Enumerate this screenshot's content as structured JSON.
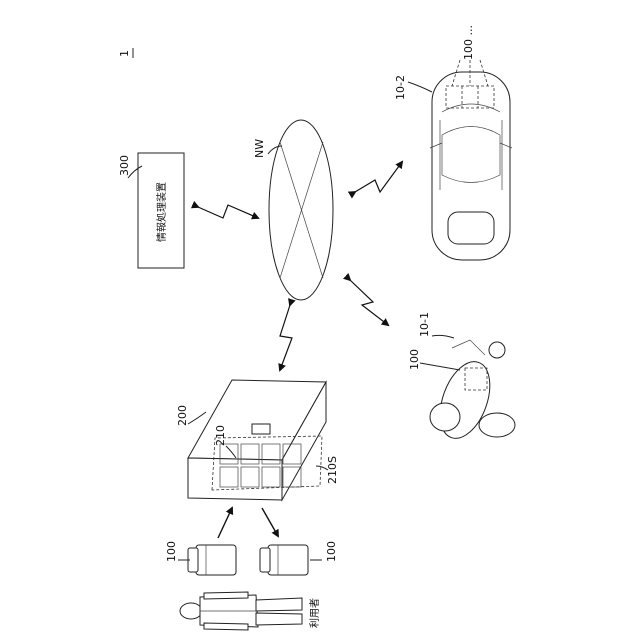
{
  "figure": {
    "system_ref": "1",
    "network_label": "NW",
    "info_device": {
      "ref": "300",
      "name": "情報処理装置"
    },
    "station": {
      "ref": "200",
      "slot_ref": "210",
      "slots_ref": "210S"
    },
    "battery_ref_top": "100",
    "battery_ref_bottom": "100",
    "user_label": "利用者",
    "motorcycle": {
      "ref": "10-1",
      "battery_ref": "100"
    },
    "car": {
      "ref": "10-2",
      "battery_ref": "100 ..."
    }
  }
}
